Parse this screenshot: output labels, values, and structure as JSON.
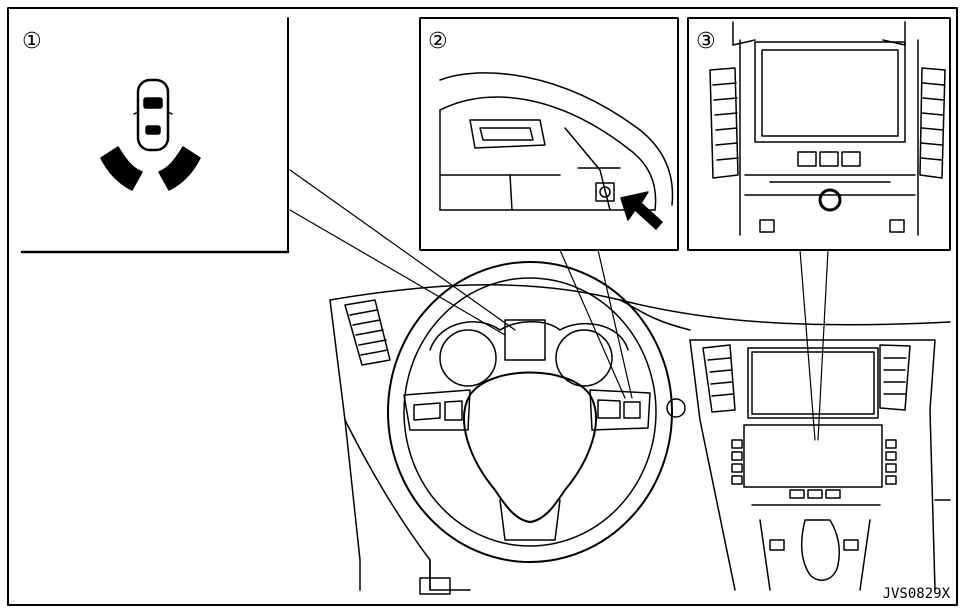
{
  "figure": {
    "callouts": [
      {
        "id": "1",
        "label": "①"
      },
      {
        "id": "2",
        "label": "②"
      },
      {
        "id": "3",
        "label": "③"
      }
    ],
    "reference_code": "JVS0829X"
  }
}
